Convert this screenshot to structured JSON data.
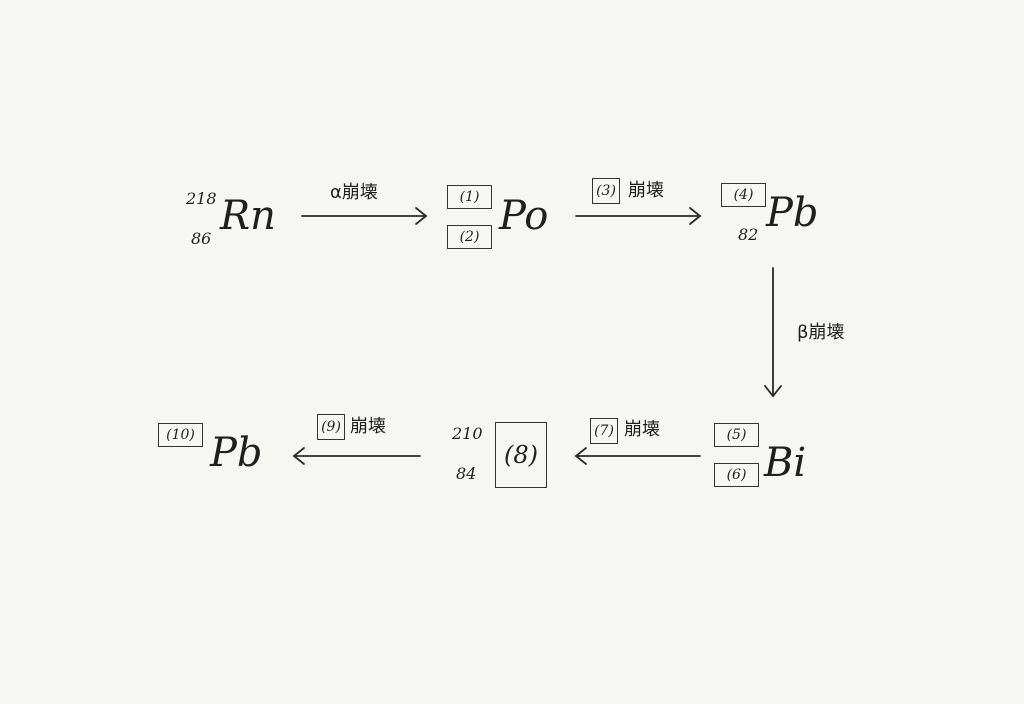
{
  "nuclides": {
    "rn": {
      "mass": "218",
      "atomic": "86",
      "symbol": "Rn"
    },
    "po": {
      "symbol": "Po"
    },
    "pb1": {
      "atomic": "82",
      "symbol": "Pb"
    },
    "bi": {
      "symbol": "Bi"
    },
    "x8": {
      "mass": "210",
      "atomic": "84"
    },
    "pb2": {
      "symbol": "Pb"
    }
  },
  "blanks": {
    "b1": "(1)",
    "b2": "(2)",
    "b3": "(3)",
    "b4": "(4)",
    "b5": "(5)",
    "b6": "(6)",
    "b7": "(7)",
    "b8": "(8)",
    "b9": "(9)",
    "b10": "(10)"
  },
  "arrows": {
    "a1": {
      "decay": "α崩壊"
    },
    "a2": {
      "decay": "崩壊"
    },
    "a3": {
      "decay": "β崩壊"
    },
    "a4": {
      "decay": "崩壊"
    },
    "a5": {
      "decay": "崩壊"
    }
  }
}
